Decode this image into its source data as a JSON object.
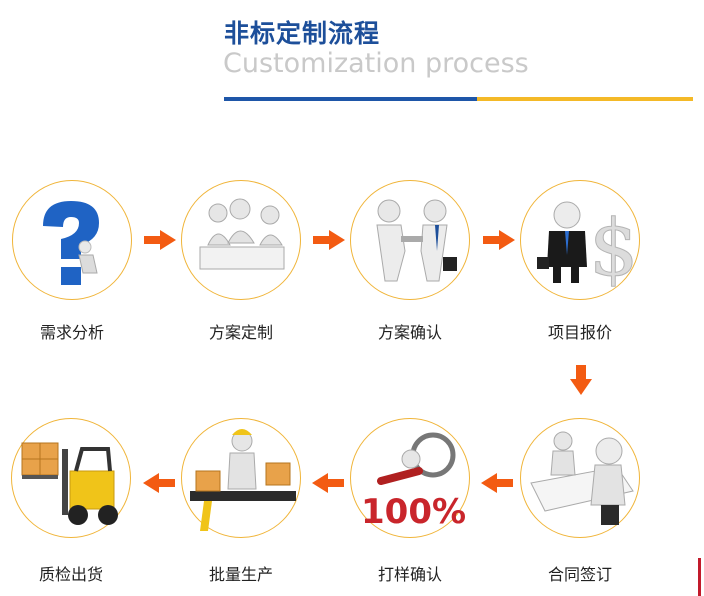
{
  "header": {
    "title": "非标定制流程",
    "subtitle": "Customization process",
    "colors": {
      "blue": "#1e56a8",
      "yellow": "#f4b927"
    }
  },
  "steps": [
    {
      "label": "需求分析",
      "icon": "question-mark-figure-icon"
    },
    {
      "label": "方案定制",
      "icon": "meeting-figures-icon"
    },
    {
      "label": "方案确认",
      "icon": "handshake-icon"
    },
    {
      "label": "项目报价",
      "icon": "dollar-businessman-icon"
    },
    {
      "label": "合同签订",
      "icon": "contract-signing-icon"
    },
    {
      "label": "打样确认",
      "icon": "magnifier-100-percent-icon"
    },
    {
      "label": "批量生产",
      "icon": "conveyor-worker-icon"
    },
    {
      "label": "质检出货",
      "icon": "forklift-icon"
    }
  ],
  "badge_text": "100%"
}
